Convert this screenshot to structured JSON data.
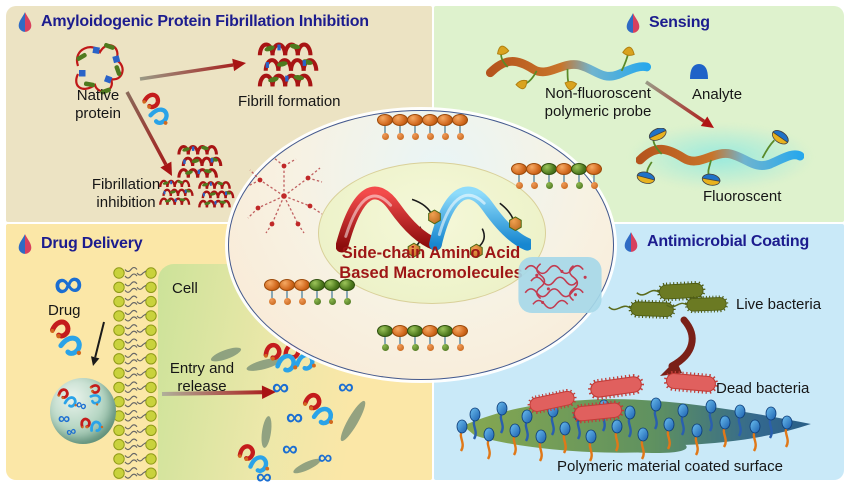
{
  "figure": {
    "type": "graphical-abstract"
  },
  "center": {
    "line1": "Side-chain Amino Acid",
    "line2": "Based Macromolecules",
    "polymer_chains": [
      {
        "name": "chain-top",
        "beads": [
          "orange",
          "orange",
          "orange",
          "orange",
          "orange",
          "orange"
        ]
      },
      {
        "name": "chain-right",
        "beads": [
          "orange",
          "orange",
          "green",
          "orange",
          "green",
          "orange"
        ]
      },
      {
        "name": "chain-bottom-left",
        "beads": [
          "orange",
          "orange",
          "orange",
          "green",
          "green",
          "green"
        ]
      },
      {
        "name": "chain-bottom",
        "beads": [
          "green",
          "orange",
          "green",
          "orange",
          "green",
          "orange"
        ]
      }
    ],
    "motifs": [
      "branched-network",
      "helix-pair",
      "hydrogel-mesh"
    ]
  },
  "quadrants": {
    "amyloid": {
      "title": "Amyloidogenic Protein Fibrillation Inhibition",
      "native_1": "Native",
      "native_2": "protein",
      "fibrill": "Fibrill formation",
      "inhibition_1": "Fibrillation",
      "inhibition_2": "inhibition"
    },
    "sensing": {
      "title": "Sensing",
      "probe_1": "Non-fluoroscent",
      "probe_2": "polymeric probe",
      "analyte": "Analyte",
      "fluorescent": "Fluoroscent"
    },
    "drug": {
      "title": "Drug Delivery",
      "drug": "Drug",
      "cell": "Cell",
      "entry_1": "Entry and",
      "entry_2": "release"
    },
    "antimicrobial": {
      "title": "Antimicrobial Coating",
      "live": "Live bacteria",
      "dead": "Dead bacteria",
      "surface": "Polymeric material coated surface"
    }
  },
  "icons": {
    "section_marker": "droplet-icon"
  },
  "colors": {
    "quad-amyloid-bg": "#ece3c3",
    "quad-sensing-bg": "#def2cd",
    "quad-drug-bg": "#fbe7a7",
    "quad-antimicrobial-bg": "#c9e9f8",
    "title-color": "#1c1c8e",
    "center-text-color": "#9e1616",
    "bead-orange": "#d2691e",
    "bead-green": "#4e7a1e",
    "arrow-red": "#a81414",
    "drug-blue": "#1b6ed2"
  }
}
